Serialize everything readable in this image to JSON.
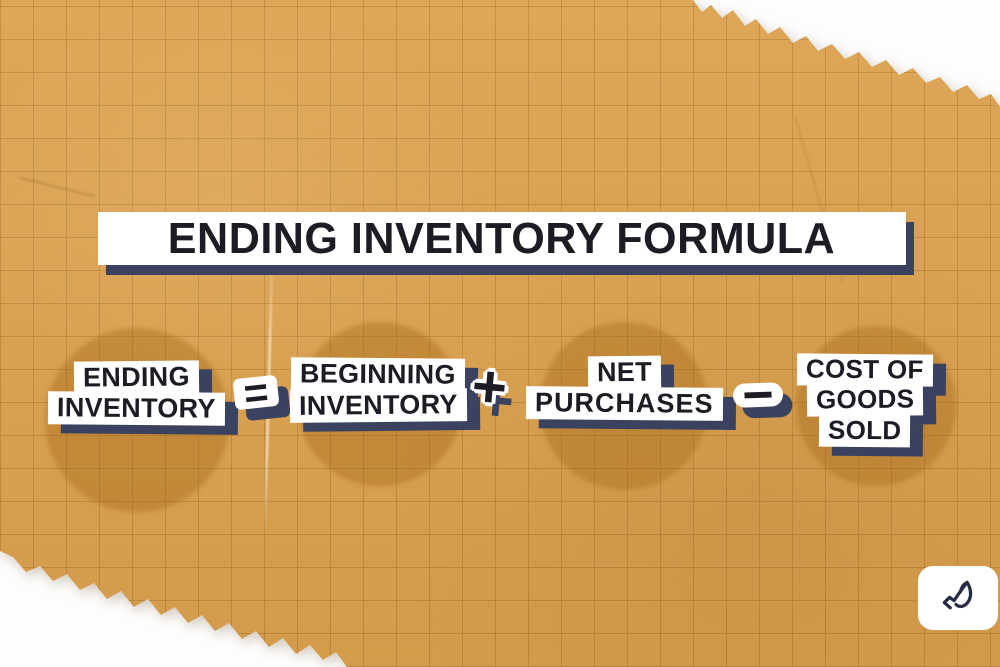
{
  "title": {
    "text": "ENDING INVENTORY FORMULA"
  },
  "formula": {
    "terms": [
      {
        "name": "ending-inventory",
        "lines": [
          "ENDING",
          "INVENTORY"
        ]
      },
      {
        "name": "beginning-inventory",
        "lines": [
          "BEGINNING",
          "INVENTORY"
        ]
      },
      {
        "name": "net-purchases",
        "lines": [
          "NET",
          "PURCHASES"
        ]
      },
      {
        "name": "cost-of-goods-sold",
        "lines": [
          "COST OF",
          "GOODS",
          "SOLD"
        ]
      }
    ],
    "operators": [
      {
        "name": "equals",
        "symbol": "="
      },
      {
        "name": "plus",
        "symbol": "+"
      },
      {
        "name": "minus",
        "symbol": "−"
      }
    ]
  },
  "branding": {
    "icon": "horse-head-logo"
  },
  "colors": {
    "paper": "#dca14e",
    "shadow_navy": "#3b4260",
    "ink": "#1b1c24",
    "box_white": "#ffffff",
    "circle_tint": "#a4691a"
  }
}
